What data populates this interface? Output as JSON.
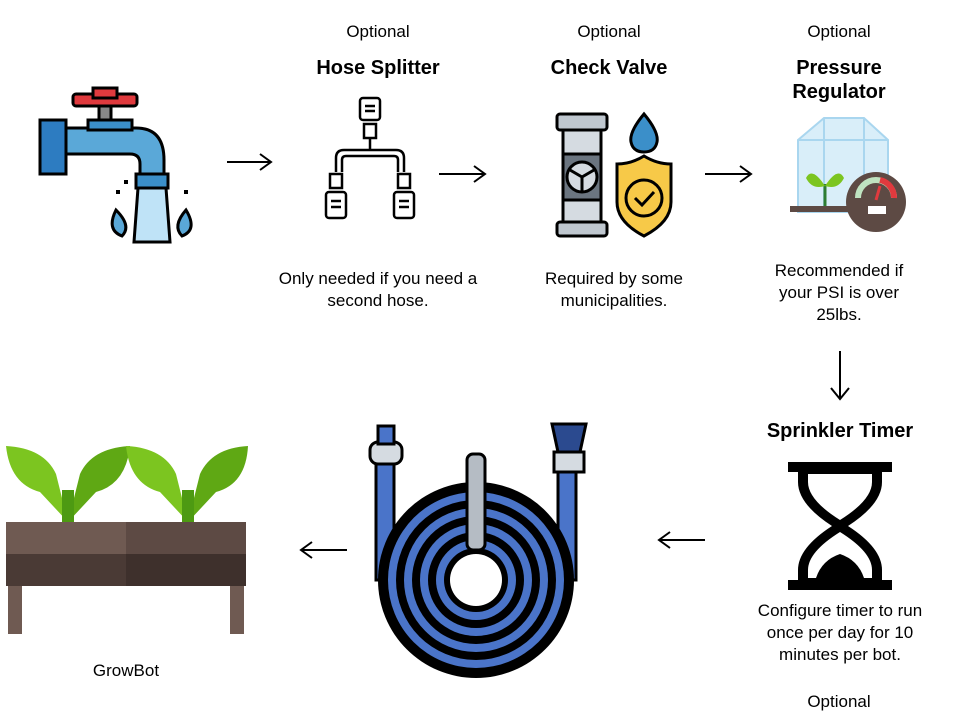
{
  "steps": {
    "faucet": {
      "icon": "faucet-icon"
    },
    "splitter": {
      "tag": "Optional",
      "title": "Hose Splitter",
      "note": "Only needed if you need a second hose.",
      "icon": "hose-splitter-icon"
    },
    "valve": {
      "tag": "Optional",
      "title": "Check Valve",
      "note": "Required by some municipalities.",
      "icon": "check-valve-icon"
    },
    "regulator": {
      "tag": "Optional",
      "title": "Pressure Regulator",
      "note": "Recommended if your PSI is over 25lbs.",
      "icon": "pressure-regulator-icon"
    },
    "timer": {
      "title": "Sprinkler Timer",
      "note": "Configure timer to run once per day for 10 minutes per bot.",
      "tag": "Optional",
      "icon": "hourglass-icon"
    },
    "hose": {
      "icon": "garden-hose-icon"
    },
    "growbot": {
      "label": "GrowBot",
      "icon": "planter-icon"
    }
  },
  "colors": {
    "pipe_blue": "#5aa8d8",
    "faucet_red": "#e03a3e",
    "valve_yellow": "#f7c948",
    "hose_blue": "#4a74c9",
    "leaf_green": "#7cc520",
    "soil_brown": "#5d4a44"
  }
}
